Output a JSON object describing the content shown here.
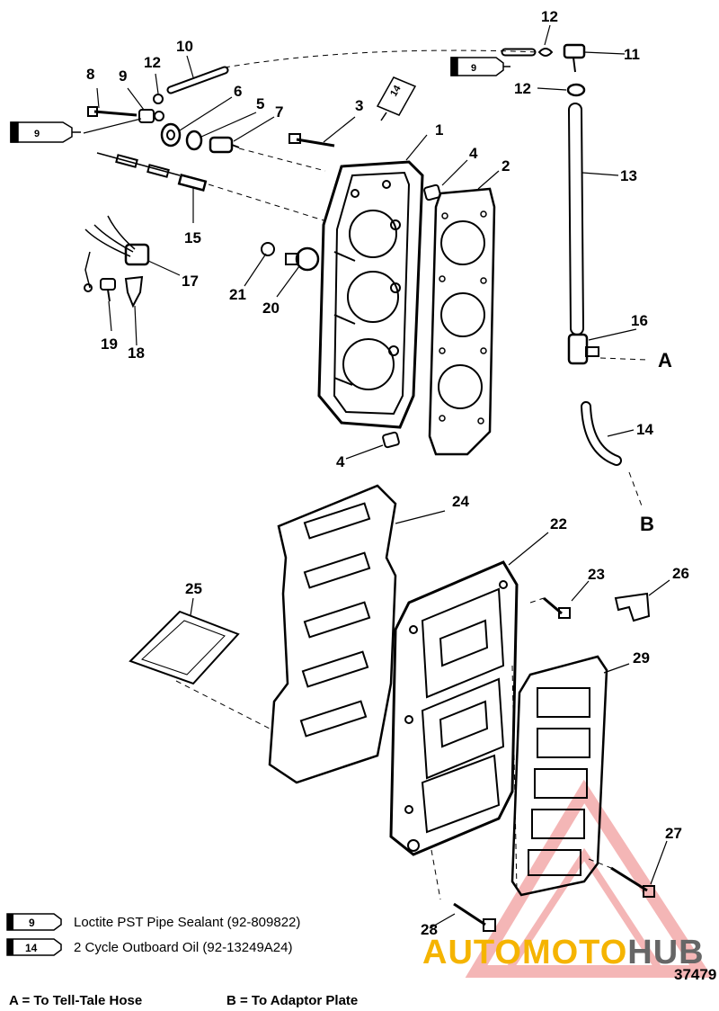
{
  "callouts": {
    "c1": "1",
    "c2": "2",
    "c3": "3",
    "c4a": "4",
    "c4b": "4",
    "c5": "5",
    "c6": "6",
    "c7": "7",
    "c8": "8",
    "c9": "9",
    "c10": "10",
    "c11": "11",
    "c12a": "12",
    "c12b": "12",
    "c12c": "12",
    "c13": "13",
    "c14": "14",
    "c15": "15",
    "c16": "16",
    "c17": "17",
    "c18": "18",
    "c19": "19",
    "c20": "20",
    "c21": "21",
    "c22": "22",
    "c23": "23",
    "c24": "24",
    "c25": "25",
    "c26": "26",
    "c27": "27",
    "c28": "28",
    "c29": "29",
    "ref_a": "A",
    "ref_b": "B"
  },
  "tube_labels": {
    "t9_left": "9",
    "t9_right": "9",
    "t14_top": "14"
  },
  "legend": [
    {
      "tube": "9",
      "text": "Loctite PST Pipe Sealant (92-809822)"
    },
    {
      "tube": "14",
      "text": "2 Cycle Outboard Oil (92-13249A24)"
    }
  ],
  "notes": {
    "a": "A = To Tell-Tale Hose",
    "b": "B = To Adaptor Plate"
  },
  "figure_number": "37479",
  "watermark": {
    "part1": "AUTOMOTO",
    "part2": "HUB"
  }
}
